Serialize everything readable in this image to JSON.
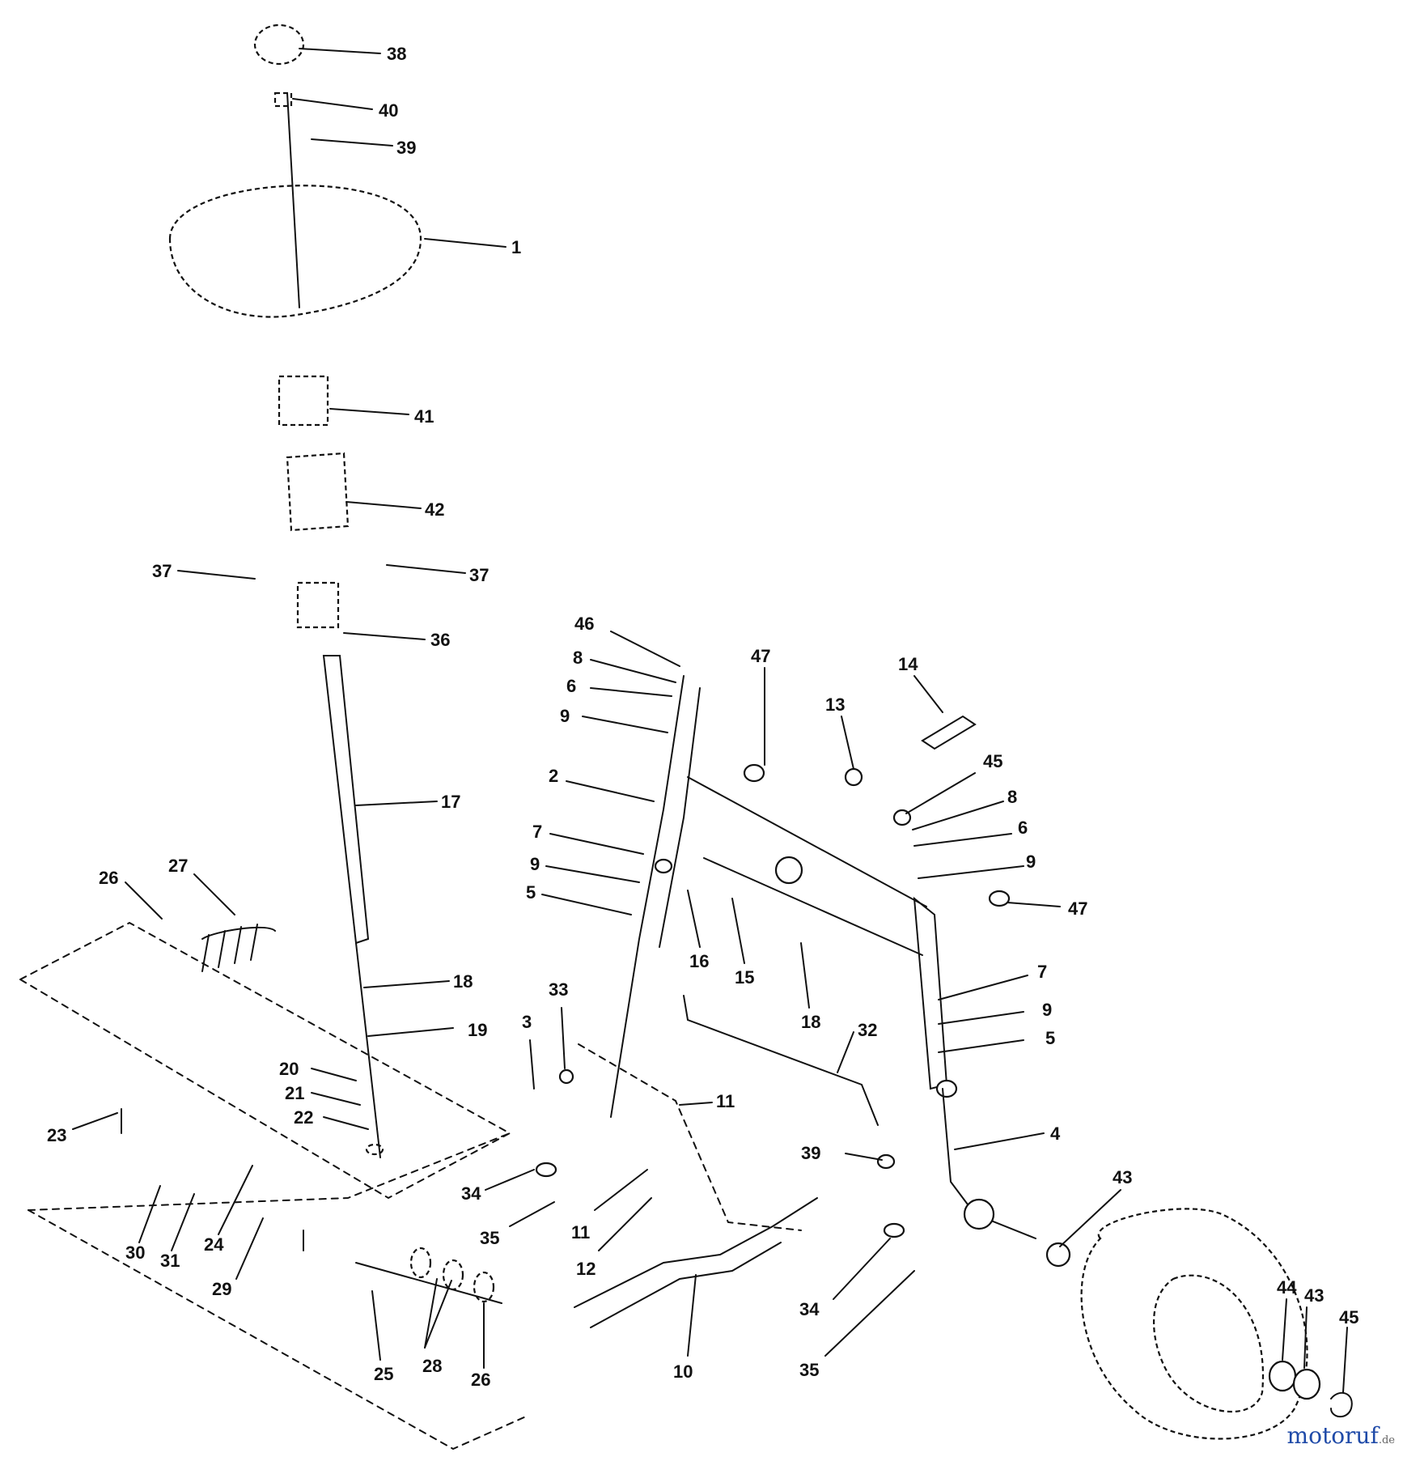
{
  "diagram": {
    "callouts": [
      "38",
      "40",
      "39",
      "1",
      "41",
      "42",
      "37",
      "37",
      "36",
      "17",
      "27",
      "26",
      "18",
      "19",
      "20",
      "21",
      "22",
      "23",
      "30",
      "31",
      "24",
      "29",
      "25",
      "28",
      "26",
      "3",
      "33",
      "34",
      "35",
      "11",
      "11",
      "12",
      "10",
      "39",
      "32",
      "34",
      "35",
      "46",
      "8",
      "6",
      "9",
      "2",
      "7",
      "9",
      "5",
      "47",
      "16",
      "15",
      "13",
      "14",
      "18",
      "45",
      "8",
      "6",
      "9",
      "47",
      "7",
      "9",
      "5",
      "4",
      "43",
      "44",
      "43",
      "45"
    ]
  },
  "watermark": {
    "brand_main": "motoruf",
    "brand_tld": ".de",
    "colors": [
      "#1f4aa8",
      "#d9a400",
      "#c0392b",
      "#2e8b57"
    ]
  }
}
